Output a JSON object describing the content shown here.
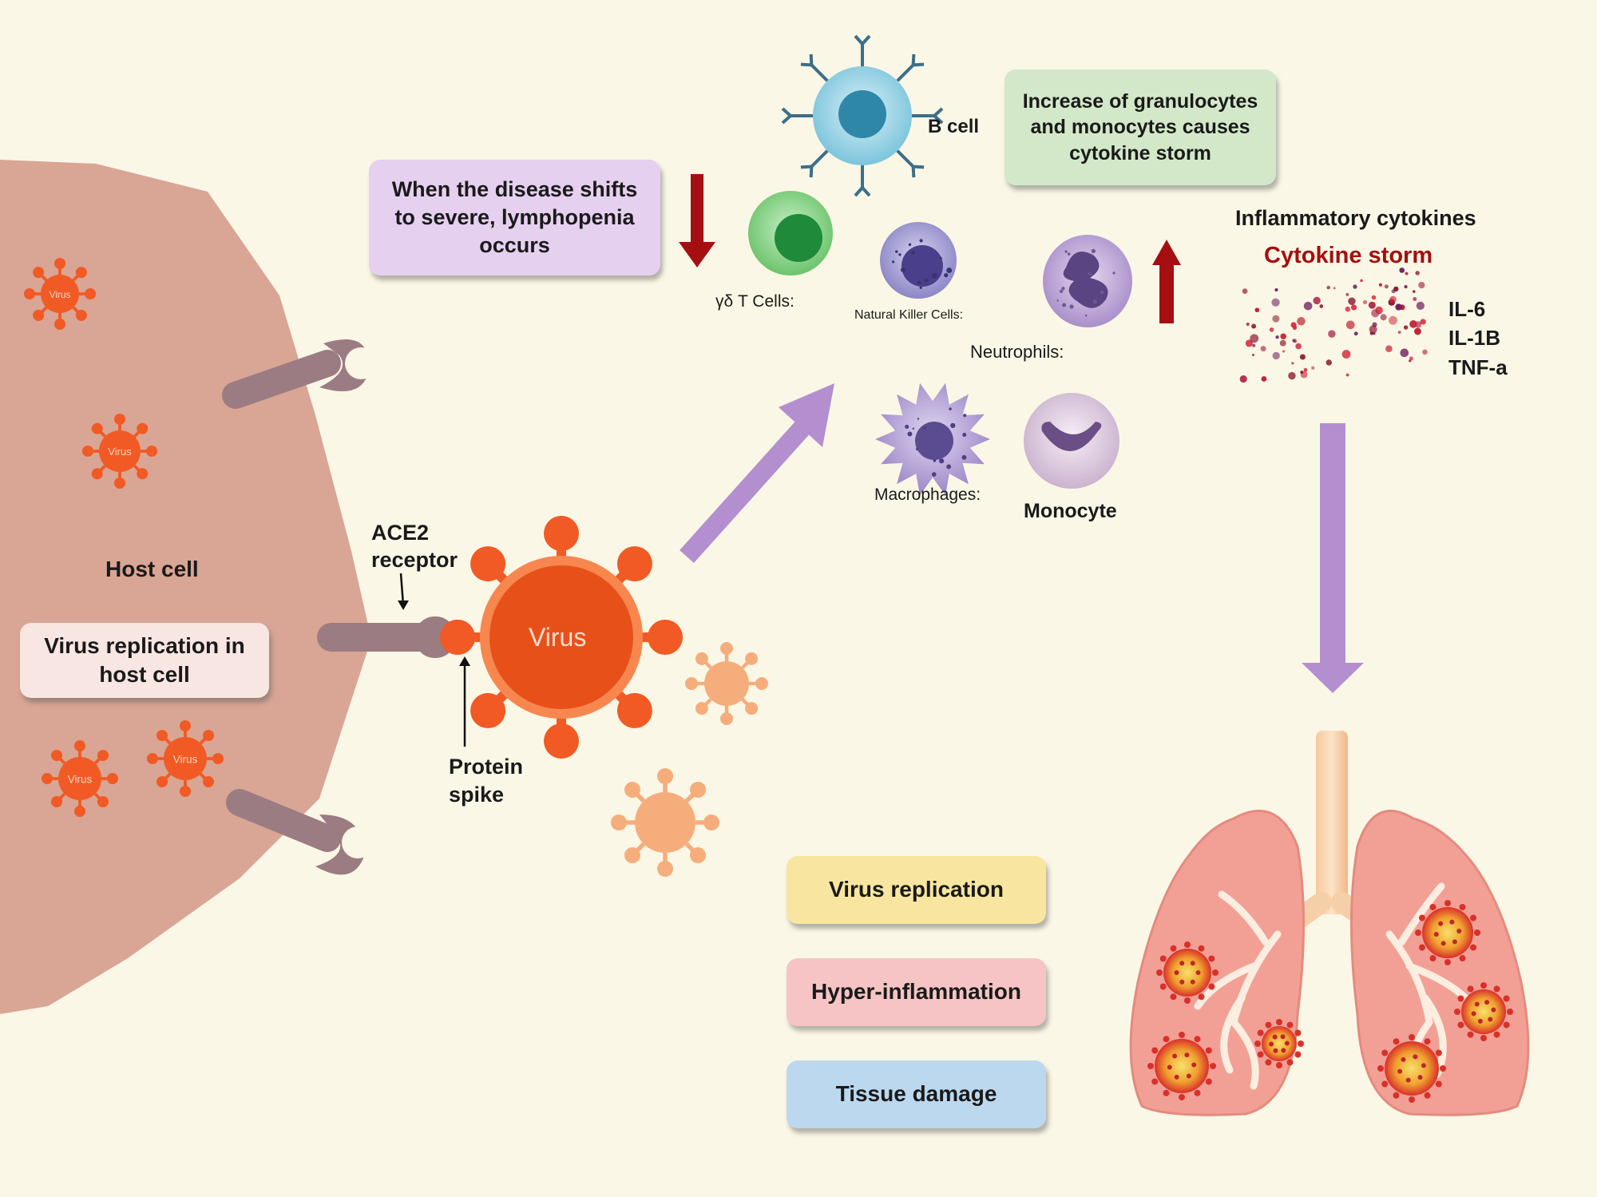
{
  "host_cell": {
    "title": "Host cell",
    "replication_label": "Virus replication in host cell",
    "virus_small_label": "Virus"
  },
  "receptor": {
    "ace2_line1": "ACE2",
    "ace2_line2": "receptor",
    "spike_line1": "Protein",
    "spike_line2": "spike"
  },
  "virus": {
    "label": "Virus"
  },
  "lymphopenia_box": {
    "line1": "When the disease shifts",
    "line2": "to severe, lymphopenia",
    "line3": "occurs"
  },
  "granulocyte_box": {
    "line1": "Increase of granulocytes",
    "line2": "and monocytes causes",
    "line3": "cytokine storm"
  },
  "cells": {
    "b_cell": "B cell",
    "gd_t_cells": "γδ T Cells:",
    "nk_cells": "Natural Killer Cells:",
    "neutrophils": "Neutrophils:",
    "macrophages": "Macrophages:",
    "monocyte": "Monocyte"
  },
  "cytokines": {
    "title": "Inflammatory cytokines",
    "storm": "Cytokine storm",
    "list": [
      "IL-6",
      "IL-1B",
      "TNF-a"
    ]
  },
  "legend": {
    "virus_replication": "Virus replication",
    "hyper_inflammation": "Hyper-inflammation",
    "tissue_damage": "Tissue damage"
  },
  "colors": {
    "background": "#fbf7e6",
    "host_cell": "#d9a594",
    "virus": "#f15a24",
    "arrow_purple": "#b48fd0",
    "arrow_red": "#a50f12",
    "storm_red": "#a30f0f",
    "box_purple": "#e6d0ef",
    "box_green": "#d3e8c8",
    "box_yellow": "#f8e6a0",
    "box_pink": "#f6c4c4",
    "box_blue": "#bcd8ee",
    "lung": "#f2a095"
  }
}
